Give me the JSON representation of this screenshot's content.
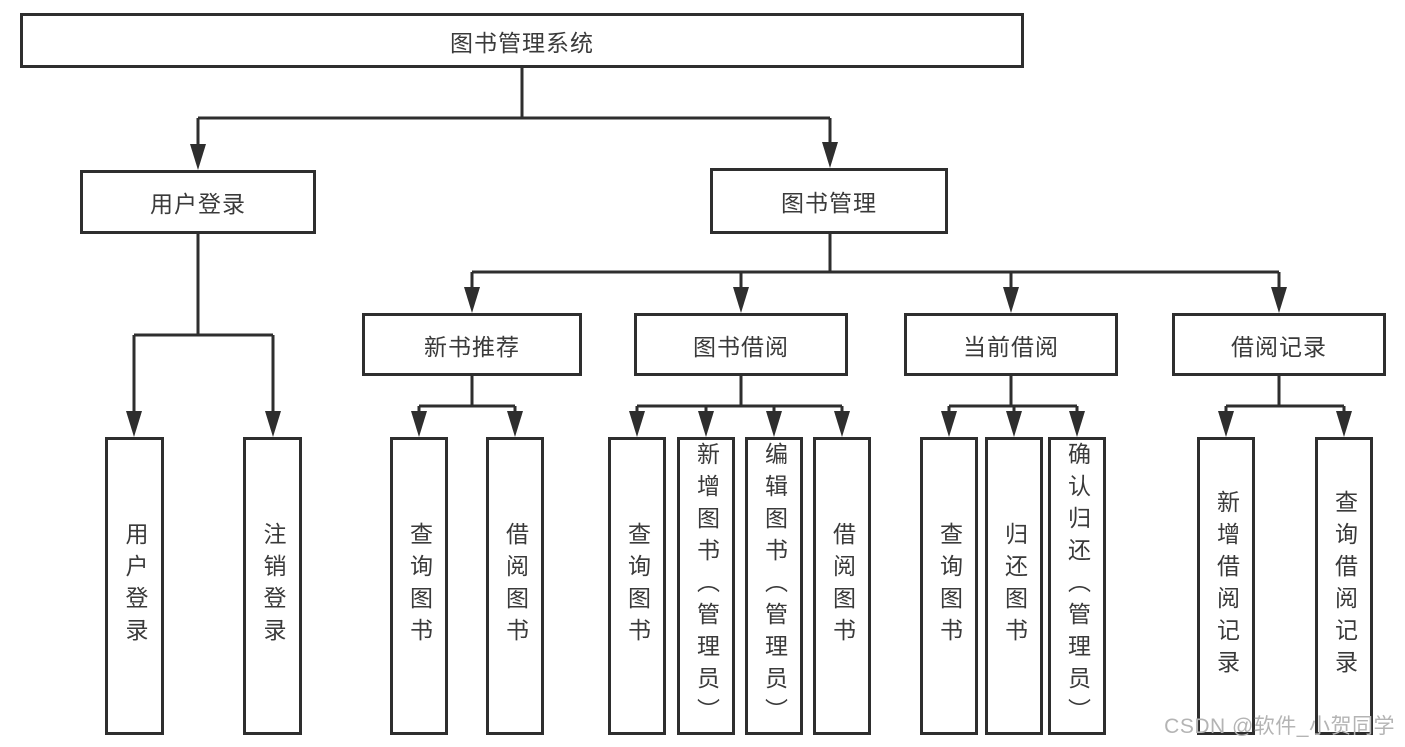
{
  "tree": {
    "root": "图书管理系统",
    "branches": [
      {
        "label": "用户登录",
        "children": [
          "用户登录",
          "注销登录"
        ]
      },
      {
        "label": "图书管理",
        "children": [
          {
            "label": "新书推荐",
            "children": [
              "查询图书",
              "借阅图书"
            ]
          },
          {
            "label": "图书借阅",
            "children": [
              "查询图书",
              "新增图书（管理员）",
              "编辑图书（管理员）",
              "借阅图书"
            ]
          },
          {
            "label": "当前借阅",
            "children": [
              "查询图书",
              "归还图书",
              "确认归还（管理员）"
            ]
          },
          {
            "label": "借阅记录",
            "children": [
              "新增借阅记录",
              "查询借阅记录"
            ]
          }
        ]
      }
    ]
  },
  "watermark": {
    "text": "CSDN @软件_小贺同学"
  },
  "colors": {
    "line": "#2e2e2e",
    "box_border": "#2e2e2e",
    "text": "#3a3a3a",
    "background": "#ffffff",
    "watermark": "#b4b4b4"
  }
}
